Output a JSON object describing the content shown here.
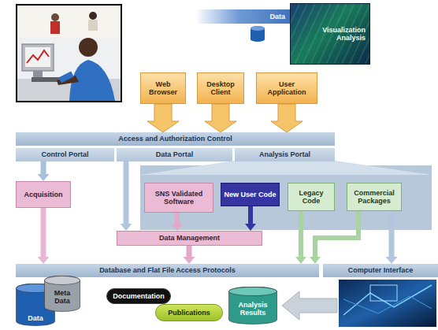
{
  "diagram": {
    "nodes": [
      {
        "text": [
          "Data"
        ]
      },
      {
        "text": [
          "Visualization Analysis"
        ]
      },
      {
        "text": [
          "Web Browser"
        ]
      },
      {
        "text": [
          "Desktop Client"
        ]
      },
      {
        "text": [
          "User Application"
        ]
      },
      {
        "text": [
          "Access and Authorization Control"
        ]
      },
      {
        "text": [
          "Control Portal"
        ]
      },
      {
        "text": [
          "Data Portal"
        ]
      },
      {
        "text": [
          "Analysis Portal"
        ]
      },
      {
        "text": [
          "Acquisition"
        ]
      },
      {
        "text": [
          "SNS Validated Software"
        ]
      },
      {
        "text": [
          "New User Code"
        ]
      },
      {
        "text": [
          "Legacy Code"
        ]
      },
      {
        "text": [
          "Commercial Packages"
        ]
      },
      {
        "text": [
          "Data Management"
        ]
      },
      {
        "text": [
          "Database and Flat File Access Protocols"
        ]
      },
      {
        "text": [
          "Computer Interface"
        ]
      },
      {
        "text": [
          "Data"
        ]
      },
      {
        "text": [
          "Meta Data"
        ]
      },
      {
        "text": [
          "Documentation"
        ]
      },
      {
        "text": [
          "Publications"
        ]
      },
      {
        "text": [
          "Analysis Results"
        ]
      }
    ],
    "edges": [
      {
        "from": 2,
        "to": 5,
        "arrow": "to"
      },
      {
        "from": 3,
        "to": 5,
        "arrow": "to"
      },
      {
        "from": 4,
        "to": 5,
        "arrow": "to"
      },
      {
        "from": 6,
        "to": 9,
        "arrow": "to"
      },
      {
        "from": 7,
        "to": 14,
        "arrow": "to"
      },
      {
        "from": 10,
        "to": 14,
        "arrow": "to"
      },
      {
        "from": 11,
        "to": 14,
        "arrow": "to"
      },
      {
        "from": 9,
        "to": 15,
        "arrow": "to"
      },
      {
        "from": 14,
        "to": 15,
        "arrow": "to"
      },
      {
        "from": 12,
        "to": 15,
        "arrow": "to"
      },
      {
        "from": 13,
        "to": 15,
        "arrow": "to"
      },
      {
        "from": 13,
        "to": 16,
        "arrow": "to"
      }
    ]
  }
}
